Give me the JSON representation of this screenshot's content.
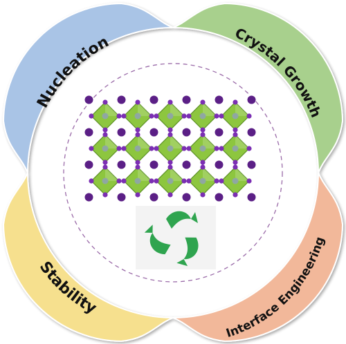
{
  "labels": {
    "top_left": "Nucleation",
    "top_right": "Crystal Growth",
    "bottom_left": "Stability",
    "bottom_right": "Interface Engineering"
  },
  "colors": {
    "top_left_fill": "#a9c4e6",
    "top_right_fill": "#a8d08d",
    "bottom_left_fill": "#f6e08e",
    "bottom_right_fill": "#f2b89a",
    "octahedron": "#8dc63f",
    "octahedron_edge": "#5a8f24",
    "center_atom": "#8fa7a2",
    "x_atom": "#7b2fb3",
    "a_atom": "#5b1f86",
    "dashed_circle": "#9a6aa8",
    "recycle": "#2fa44f"
  },
  "icons": {
    "crystal": "perovskite-lattice",
    "recycle": "recycle-leaves-icon"
  }
}
